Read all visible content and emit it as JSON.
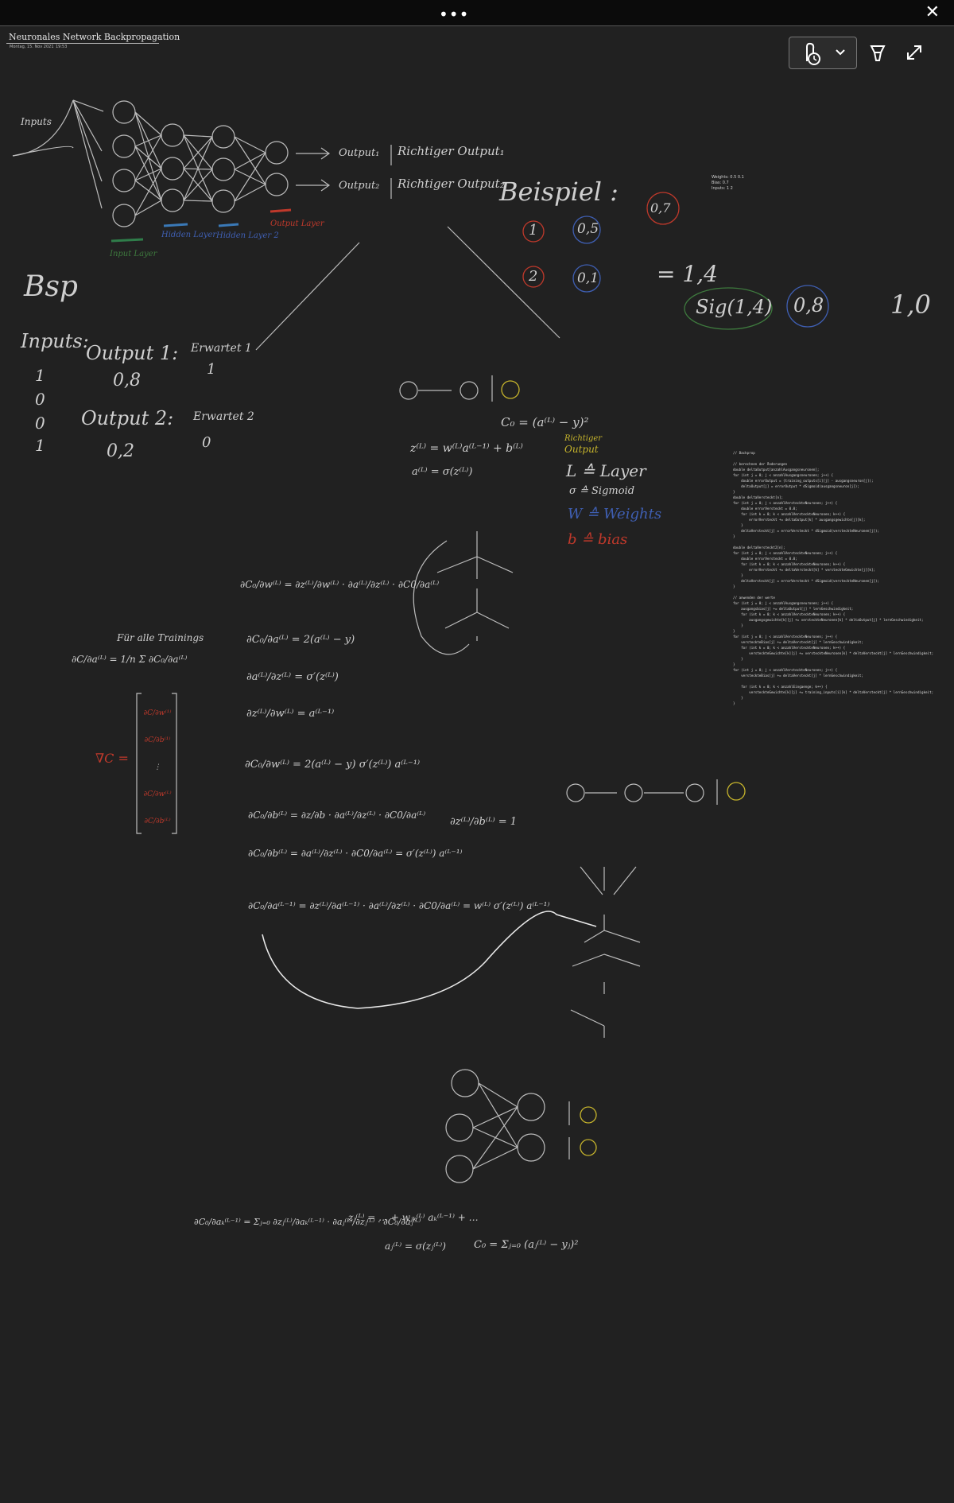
{
  "top_bar": {
    "menu_label": "•••",
    "close_label": "✕"
  },
  "note": {
    "title": "Neuronales Network Backpropagation",
    "date": "Montag, 15. Nov 2021",
    "time": "19:53"
  },
  "toolbar": {
    "lasso_icon": "lasso-clock-icon",
    "chevron_icon": "chevron-down-icon",
    "pen_icon": "pen-icon",
    "expand_icon": "expand-icon"
  },
  "network": {
    "inputs_label": "Inputs",
    "output1": "Output₁",
    "output2": "Output₂",
    "true_output1": "Richtiger Output₁",
    "true_output2": "Richtiger Output₂",
    "input_layer": "Input Layer",
    "hidden_layer1": "Hidden Layer",
    "hidden_layer2": "Hidden Layer 2",
    "output_layer": "Output Layer"
  },
  "example": {
    "title": "Beispiel :",
    "a": "1",
    "b": "0,5",
    "c": "2",
    "d": "0,1",
    "bias": "0,7",
    "sum": "= 1,4",
    "sig": "Sig(1,4)",
    "result": "0,8",
    "target": "1,0",
    "legend": [
      "Weights: 0.5 0.1",
      "Bias: 0.7",
      "Inputs: 1 2"
    ]
  },
  "bsp": {
    "title": "Bsp",
    "inputs_label": "Inputs:",
    "inputs": [
      "1",
      "0",
      "0",
      "1"
    ],
    "out1_label": "Output 1:",
    "out1_value": "0,8",
    "exp1_label": "Erwartet 1",
    "exp1_value": "1",
    "out2_label": "Output 2:",
    "out2_value": "0,2",
    "exp2_label": "Erwartet 2",
    "exp2_value": "0"
  },
  "legend_right": {
    "richtiger": "Richtiger",
    "output": "Output",
    "L": "L ≙ Layer",
    "sigma": "σ ≙ Sigmoid",
    "W": "W ≙ Weights",
    "b": "b ≙ bias"
  },
  "formulas": {
    "cost": "C₀ = (a⁽ᴸ⁾ − y)²",
    "z": "z⁽ᴸ⁾ = w⁽ᴸ⁾a⁽ᴸ⁻¹⁾ + b⁽ᴸ⁾",
    "a": "a⁽ᴸ⁾ = σ(z⁽ᴸ⁾)",
    "for_all": "Für alle Trainings",
    "avg": "∂C/∂a⁽ᴸ⁾ = 1/n Σ ∂C₀/∂a⁽ᴸ⁾",
    "chain": "∂C₀/∂w⁽ᴸ⁾ = ∂z⁽ᴸ⁾/∂w⁽ᴸ⁾ · ∂a⁽ᴸ⁾/∂z⁽ᴸ⁾ · ∂C0/∂a⁽ᴸ⁾",
    "d1": "∂C₀/∂a⁽ᴸ⁾ = 2(a⁽ᴸ⁾ − y)",
    "d2": "∂a⁽ᴸ⁾/∂z⁽ᴸ⁾ = σ′(z⁽ᴸ⁾)",
    "d3": "∂z⁽ᴸ⁾/∂w⁽ᴸ⁾ = a⁽ᴸ⁻¹⁾",
    "d4": "∂C₀/∂w⁽ᴸ⁾ = 2(a⁽ᴸ⁾ − y) σ′(z⁽ᴸ⁾) a⁽ᴸ⁻¹⁾",
    "d5": "∂C₀/∂b⁽ᴸ⁾ = ∂z/∂b · ∂a⁽ᴸ⁾/∂z⁽ᴸ⁾ · ∂C0/∂a⁽ᴸ⁾",
    "d6": "∂C₀/∂b⁽ᴸ⁾ = ∂a⁽ᴸ⁾/∂z⁽ᴸ⁾ · ∂C0/∂a⁽ᴸ⁾ = σ′(z⁽ᴸ⁾) a⁽ᴸ⁻¹⁾",
    "d7": "∂C₀/∂a⁽ᴸ⁻¹⁾ = ∂z⁽ᴸ⁾/∂a⁽ᴸ⁻¹⁾ · ∂a⁽ᴸ⁾/∂z⁽ᴸ⁾ · ∂C0/∂a⁽ᴸ⁾ = w⁽ᴸ⁾ σ′(z⁽ᴸ⁾) a⁽ᴸ⁻¹⁾",
    "dzdb": "∂z⁽ᴸ⁾/∂b⁽ᴸ⁾ = 1",
    "grad": "∇C =",
    "grad_items": [
      "∂C/∂w⁽¹⁾",
      "∂C/∂b⁽¹⁾",
      "⋮",
      "∂C/∂w⁽ᴸ⁾",
      "∂C/∂b⁽ᴸ⁾"
    ],
    "multi": "∂C₀/∂aₖ⁽ᴸ⁻¹⁾ = Σⱼ₌₀ ∂zⱼ⁽ᴸ⁾/∂aₖ⁽ᴸ⁻¹⁾ · ∂aⱼ⁽ᴸ⁾/∂zⱼ⁽ᴸ⁾ · ∂C₀/∂aⱼ⁽ᴸ⁾",
    "zj": "zⱼ⁽ᴸ⁾ = … + wⱼₖ⁽ᴸ⁾ aₖ⁽ᴸ⁻¹⁾ + …",
    "aj": "aⱼ⁽ᴸ⁾ = σ(zⱼ⁽ᴸ⁾)",
    "cost_sum": "C₀ = Σⱼ₌₀ (aⱼ⁽ᴸ⁾ − yⱼ)²"
  },
  "code": "// Backprop\n\n// berechnen der Änderungen\ndouble deltaOutput[anzahlAusgangsneuronen];\nfor (int j = 0; j < anzahlAusgangsneuronen; j++) {\n    double errorOutput = (training_outputs[i][j] - ausgangsneuron[j]);\n    deltaOutput[j] = errorOutput * dSigmoid(ausgangsneuron[j]);\n}\ndouble deltaVersteckt[n];\nfor (int j = 0; j < anzahlVersteckteNeuronen; j++) {\n    double errorVersteckt = 0.0;\n    for (int k = 0; k < anzahlVersteckteNeuronen; k++) {\n        errorVersteckt += deltaOutput[k] * ausgangsgewichte[j][k];\n    }\n    deltaVersteckt[j] = errorVersteckt * dSigmoid(versteckteNeuronen[j]);\n}\n\ndouble deltaVersteckt2[n];\nfor (int j = 0; j < anzahlVersteckteNeuronen; j++) {\n    double errorVersteckt = 0.0;\n    for (int k = 0; k < anzahlVersteckteNeuronen; k++) {\n        errorVersteckt += deltaVersteckt[k] * versteckteGewichte[j][k];\n    }\n    deltaVersteckt[j] = errorVersteckt * dSigmoid(versteckteNeuronen[j]);\n}\n\n// anwenden der werte\nfor (int j = 0; j < anzahlAusgangsneuronen; j++) {\n    ausgangsbias[j] += deltaOutput[j] * lernGeschwindigkeit;\n    for (int k = 0; k < anzahlVersteckteNeuronen; k++) {\n        ausgangsgewichte[k][j] += versteckteNeuronen[k] * deltaOutput[j] * lernGeschwindigkeit;\n    }\n}\nfor (int j = 0; j < anzahlVersteckteNeuronen; j++) {\n    versteckteBias[j] += deltaVersteckt[j] * lernGeschwindigkeit;\n    for (int k = 0; k < anzahlVersteckteNeuronen; k++) {\n        versteckteGewichte[k][j] += versteckteNeuronen[k] * deltaVersteckt[j] * lernGeschwindigkeit;\n    }\n}\nfor (int j = 0; j < anzahlVersteckteNeuronen; j++) {\n    versteckteBias[j] += deltaVersteckt[j] * lernGeschwindigkeit;\n\n    for (int k = 0; k < anzahlEingaenge; k++) {\n        versteckteGewichte[k][j] += training_inputs[i][k] * deltaVersteckt[j] * lernGeschwindigkeit;\n    }\n}",
  "colors": {
    "red": "#c0392b",
    "blue": "#3f5fb3",
    "green": "#3e7a3e",
    "yellow": "#c7b52c",
    "ink": "#cfcfcf"
  }
}
